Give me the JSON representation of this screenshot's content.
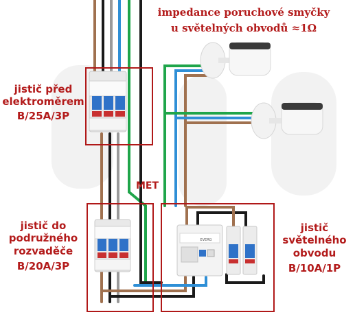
{
  "title": {
    "line1": "impedance poruchové smyčky",
    "line2": "u světelných obvodů ≈1Ω"
  },
  "labels": {
    "meter_breaker": [
      "jistič před",
      "elektroměrem",
      "B/25A/3P"
    ],
    "subpanel_breaker": [
      "jistič do",
      "podružného",
      "rozvaděče",
      "B/20A/3P"
    ],
    "light_breaker": [
      "jistič",
      "světelného",
      "obvodu",
      "B/10A/1P"
    ],
    "met": "MET"
  },
  "colors": {
    "label_red": "#b31b1b",
    "frame_red": "#b01818",
    "wire_brown": "#a0714f",
    "wire_black": "#1a1a1a",
    "wire_grey": "#9a9a9a",
    "wire_blue": "#2f8fd6",
    "wire_green": "#1fa54a"
  },
  "rcd_brand": "EVERG"
}
